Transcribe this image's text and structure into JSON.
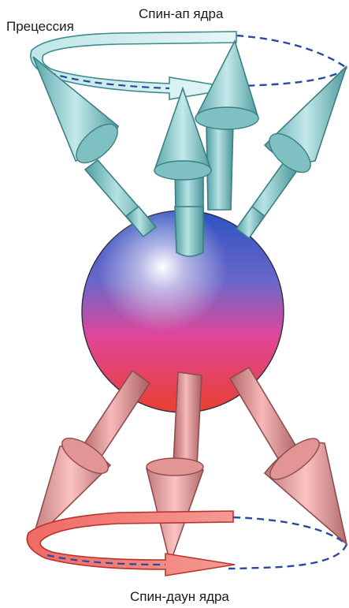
{
  "labels": {
    "precession": "Прецессия",
    "spin_up": "Спин-ап ядра",
    "spin_down": "Спин-даун ядра"
  },
  "colors": {
    "up_arrow_fill": "#9fd4d6",
    "up_arrow_dark": "#4e9ea2",
    "down_arrow_fill": "#f4a3a3",
    "down_arrow_dark": "#b86a6a",
    "dashed_orbit": "#2a4aa0",
    "sphere_top": "#2f56c0",
    "sphere_mid": "#d84fa6",
    "sphere_bottom": "#e8453a"
  }
}
